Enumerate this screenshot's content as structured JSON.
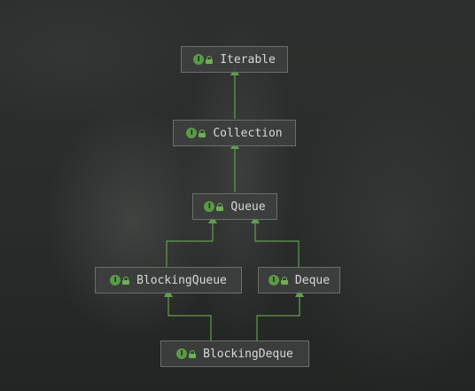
{
  "diagram": {
    "nodes": [
      {
        "id": "iterable",
        "label": "Iterable",
        "badge": "I"
      },
      {
        "id": "collection",
        "label": "Collection",
        "badge": "I"
      },
      {
        "id": "queue",
        "label": "Queue",
        "badge": "I"
      },
      {
        "id": "blocking-queue",
        "label": "BlockingQueue",
        "badge": "I"
      },
      {
        "id": "deque",
        "label": "Deque",
        "badge": "I"
      },
      {
        "id": "blocking-deque",
        "label": "BlockingDeque",
        "badge": "I"
      }
    ],
    "edges": [
      {
        "from": "collection",
        "to": "iterable"
      },
      {
        "from": "queue",
        "to": "collection"
      },
      {
        "from": "blocking-queue",
        "to": "queue"
      },
      {
        "from": "deque",
        "to": "queue"
      },
      {
        "from": "blocking-deque",
        "to": "blocking-queue"
      },
      {
        "from": "blocking-deque",
        "to": "deque"
      }
    ],
    "colors": {
      "edge": "#5f9f4c",
      "badge": "#5a9a47",
      "lock": "#6fae57",
      "node_bg": "#3c3f3d",
      "node_border": "#6b6f6b",
      "text": "#d7d9d5"
    },
    "icons": [
      "interface-icon",
      "lock-icon"
    ]
  }
}
